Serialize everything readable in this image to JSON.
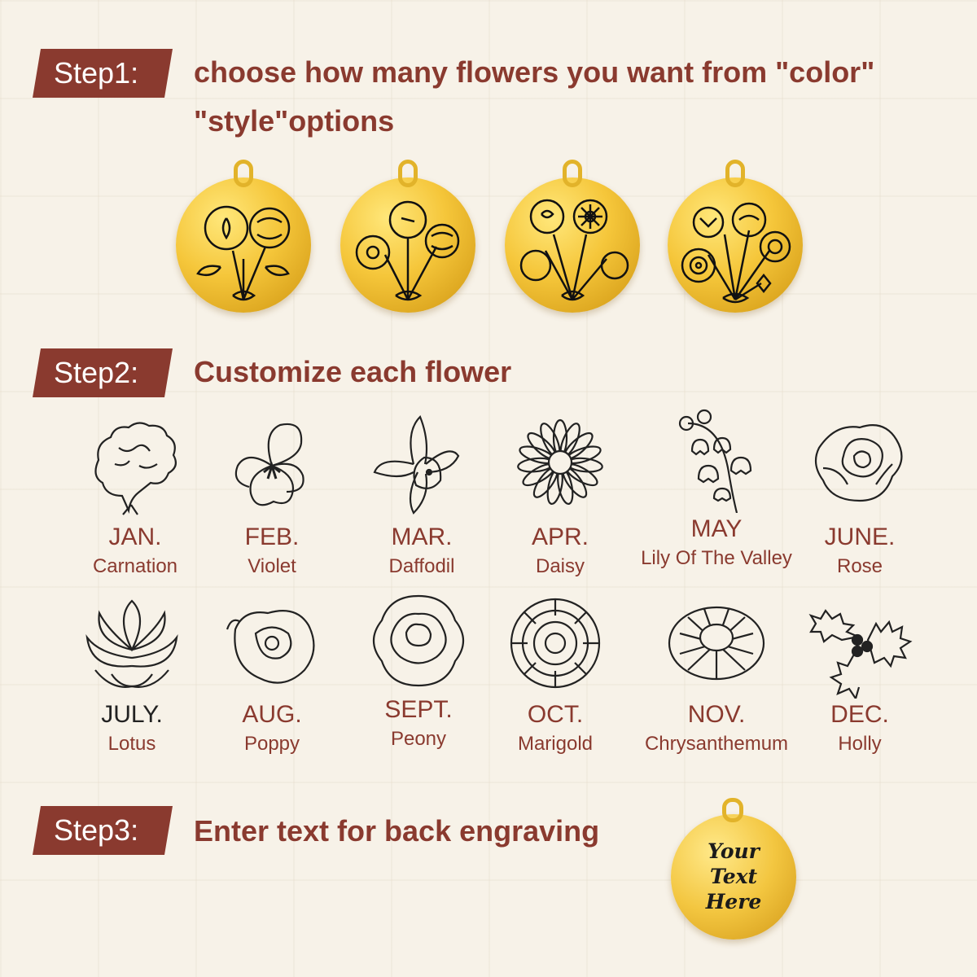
{
  "step1": {
    "label": "Step1:",
    "text_line1": "choose how many flowers you want from \"color\"",
    "text_line2": "\"style\"options"
  },
  "step2": {
    "label": "Step2:",
    "text": "Customize each flower"
  },
  "step3": {
    "label": "Step3:",
    "text": "Enter text for back engraving"
  },
  "pendants": [
    {
      "icon": "two-flower-bouquet-pendant-icon"
    },
    {
      "icon": "three-flower-bouquet-pendant-icon"
    },
    {
      "icon": "four-flower-bouquet-pendant-icon"
    },
    {
      "icon": "five-flower-bouquet-pendant-icon"
    }
  ],
  "flowers": [
    {
      "month": "JAN.",
      "name": "Carnation",
      "icon": "carnation-icon"
    },
    {
      "month": "FEB.",
      "name": "Violet",
      "icon": "violet-icon"
    },
    {
      "month": "MAR.",
      "name": "Daffodil",
      "icon": "daffodil-icon"
    },
    {
      "month": "APR.",
      "name": "Daisy",
      "icon": "daisy-icon"
    },
    {
      "month": "MAY",
      "name": "Lily Of The Valley",
      "icon": "lily-of-the-valley-icon"
    },
    {
      "month": "JUNE.",
      "name": "Rose",
      "icon": "rose-icon"
    },
    {
      "month": "JULY.",
      "name": "Lotus",
      "icon": "lotus-icon"
    },
    {
      "month": "AUG.",
      "name": "Poppy",
      "icon": "poppy-icon"
    },
    {
      "month": "SEPT.",
      "name": "Peony",
      "icon": "peony-icon"
    },
    {
      "month": "OCT.",
      "name": "Marigold",
      "icon": "marigold-icon"
    },
    {
      "month": "NOV.",
      "name": "Chrysanthemum",
      "icon": "chrysanthemum-icon"
    },
    {
      "month": "DEC.",
      "name": "Holly",
      "icon": "holly-icon"
    }
  ],
  "back_engraving": {
    "line1": "Your",
    "line2": "Text",
    "line3": "Here"
  },
  "colors": {
    "accent": "#8a3a2f",
    "background": "#f7f2e8",
    "gold": "#f5c63a"
  }
}
